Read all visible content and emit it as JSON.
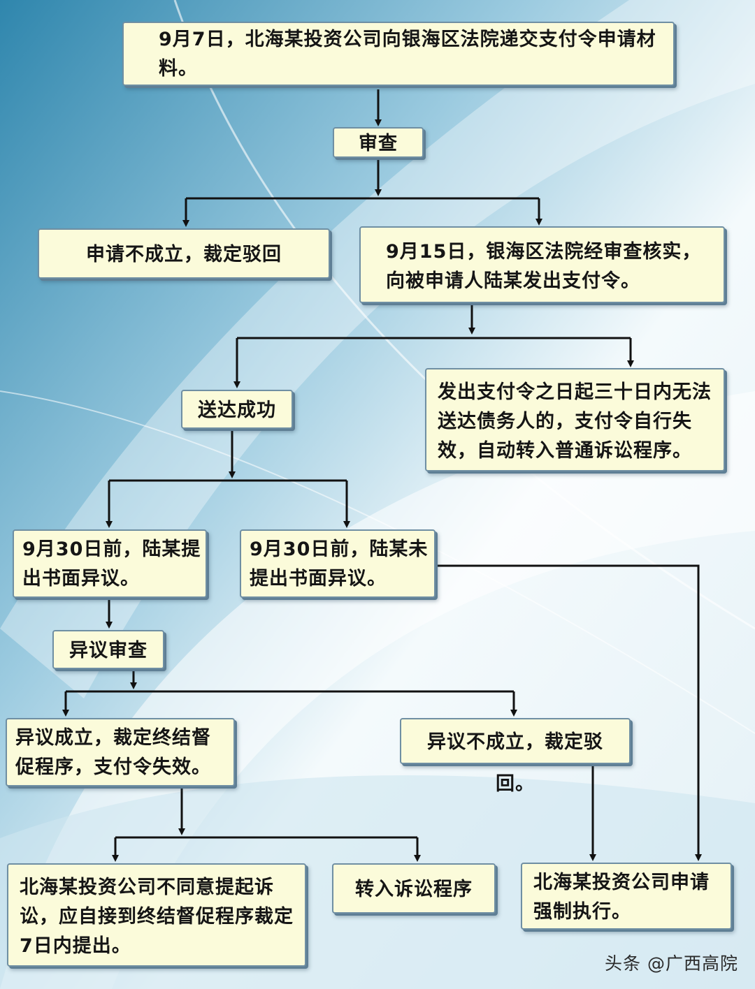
{
  "nodes": {
    "n1": "9月7日，北海某投资公司向银海区法院递交支付令申请材料。",
    "n2": "审查",
    "n3": "申请不成立，裁定驳回",
    "n4": "9月15日，银海区法院经审查核实，向被申请人陆某发出支付令。",
    "n5": "送达成功",
    "n6": "发出支付令之日起三十日内无法送达债务人的，支付令自行失效，自动转入普通诉讼程序。",
    "n7": "9月30日前，陆某提出书面异议。",
    "n8": "9月30日前，陆某未提出书面异议。",
    "n9": "异议审查",
    "n10": "异议成立，裁定终结督促程序，支付令失效。",
    "n11": "异议不成立，裁定驳回。",
    "n12": "北海某投资公司不同意提起诉讼，应自接到终结督促程序裁定7日内提出。",
    "n13": "转入诉讼程序",
    "n14": "北海某投资公司申请强制执行。"
  },
  "watermark": "头条 @广西高院",
  "colors": {
    "box_fill": "#fbfbda",
    "box_border": "#6f8fa3",
    "line": "#111111",
    "background": "#d6ecf4"
  }
}
